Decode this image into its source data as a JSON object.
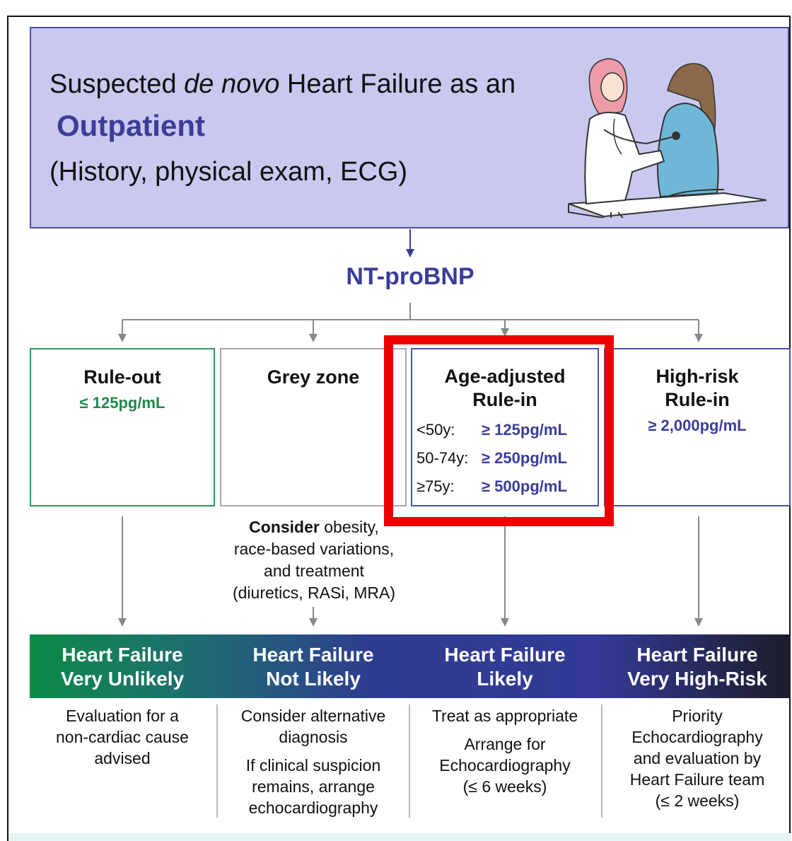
{
  "header": {
    "line1_pre": "Suspected ",
    "line1_em": "de novo",
    "line1_post": " Heart Failure as an",
    "setting": "Outpatient",
    "line3": "(History, physical exam, ECG)"
  },
  "test": "NT-proBNP",
  "zones": {
    "rule_out": {
      "title": "Rule-out",
      "value": "≤ 125pg/mL"
    },
    "grey": {
      "title": "Grey zone"
    },
    "age_adjusted": {
      "title1": "Age-adjusted",
      "title2": "Rule-in",
      "rows": [
        {
          "age": "<50y:",
          "value": "≥ 125pg/mL"
        },
        {
          "age": "50-74y:",
          "value": "≥ 250pg/mL"
        },
        {
          "age": "≥75y:",
          "value": "≥ 500pg/mL"
        }
      ]
    },
    "high_risk": {
      "title1": "High-risk",
      "title2": "Rule-in",
      "value": "≥ 2,000pg/mL"
    }
  },
  "consider": {
    "bold": "Consider",
    "rest1": " obesity,",
    "line2": "race-based variations,",
    "line3": "and treatment",
    "line4": "(diuretics, RASi, MRA)"
  },
  "outcomes": [
    {
      "line1": "Heart Failure",
      "line2": "Very Unlikely"
    },
    {
      "line1": "Heart Failure",
      "line2": "Not Likely"
    },
    {
      "line1": "Heart Failure",
      "line2": "Likely"
    },
    {
      "line1": "Heart Failure",
      "line2": "Very High-Risk"
    }
  ],
  "descriptions": {
    "d1": [
      "Evaluation for a",
      "non-cardiac cause",
      "advised"
    ],
    "d2a": [
      "Consider alternative",
      "diagnosis"
    ],
    "d2b": [
      "If clinical suspicion",
      "remains, arrange",
      "echocardiography"
    ],
    "d3a": [
      "Treat as appropriate"
    ],
    "d3b": [
      "Arrange for",
      "Echocardiography",
      "(≤  6 weeks)"
    ],
    "d4": [
      "Priority",
      "Echocardiography",
      "and evaluation by",
      "Heart Failure team",
      "(≤ 2 weeks)"
    ]
  },
  "colors": {
    "header_bg": "#c9c8ee",
    "accent_blue": "#3b3d99",
    "rule_out_green": "#1f8a4c",
    "highlight_red": "#ee0000"
  }
}
